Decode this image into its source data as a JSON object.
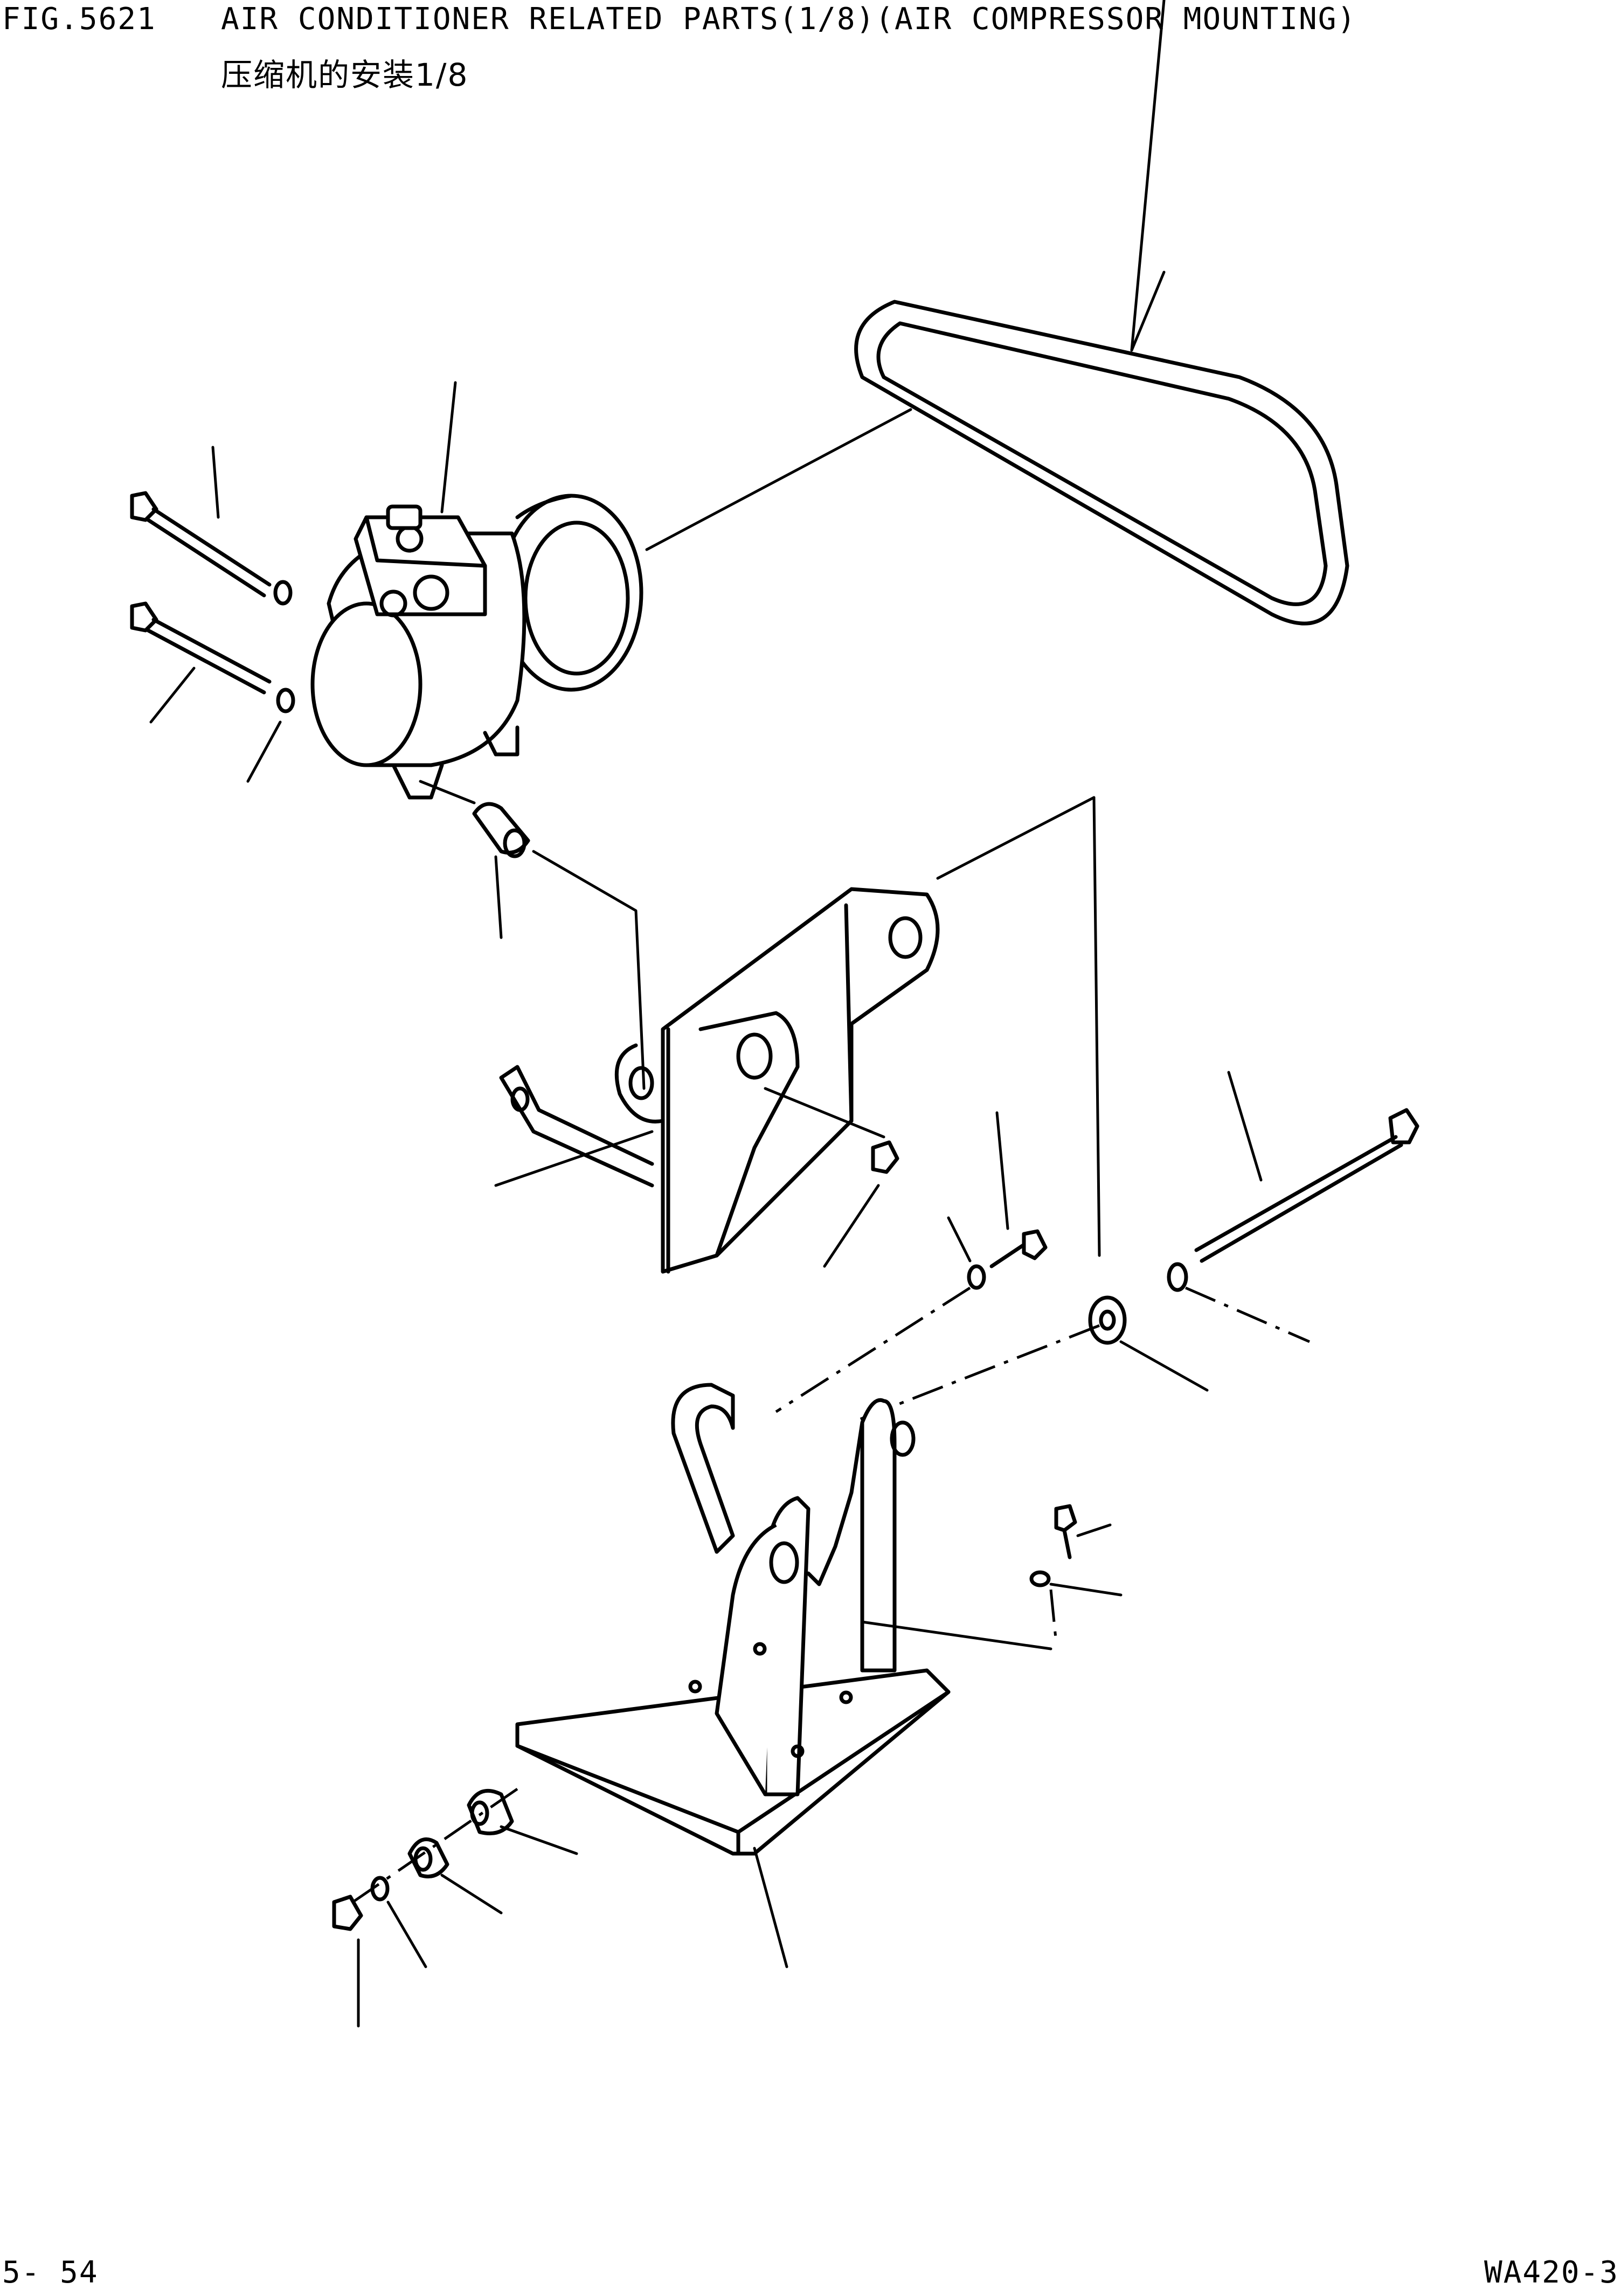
{
  "header": {
    "figure_id": "FIG.5621",
    "title": "AIR CONDITIONER RELATED PARTS(1/8)(AIR COMPRESSOR MOUNTING)",
    "subtitle": "压缩机的安装1/8"
  },
  "footer": {
    "page_number": "5- 54",
    "model": "WA420-3"
  },
  "parts": [
    {
      "name": "v-belt"
    },
    {
      "name": "air-compressor"
    },
    {
      "name": "compressor-bolt-upper"
    },
    {
      "name": "compressor-bolt-lower"
    },
    {
      "name": "spring-washer"
    },
    {
      "name": "spacer-collar"
    },
    {
      "name": "compressor-bracket"
    },
    {
      "name": "flange-nut"
    },
    {
      "name": "hex-bolt"
    },
    {
      "name": "washer"
    },
    {
      "name": "long-pivot-bolt"
    },
    {
      "name": "bushing"
    },
    {
      "name": "mounting-base-bracket"
    },
    {
      "name": "lock-nut"
    }
  ]
}
